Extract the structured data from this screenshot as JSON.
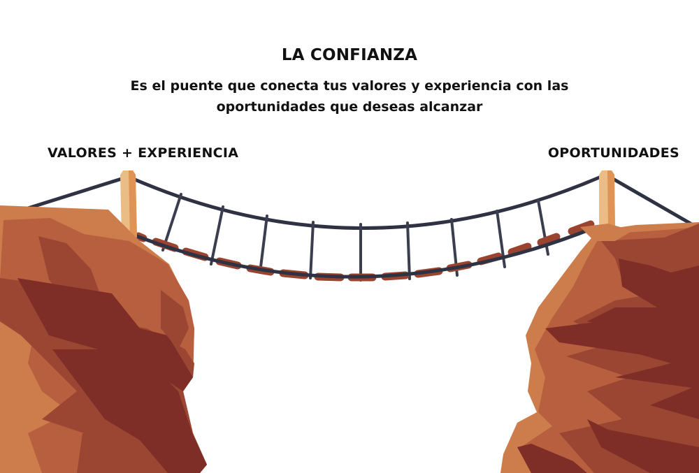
{
  "header": {
    "title": "LA CONFIANZA",
    "subtitle": "Es el puente que conecta tus valores y experiencia con las oportunidades que deseas alcanzar"
  },
  "labels": {
    "left": "VALORES  + EXPERIENCIA",
    "right": "OPORTUNIDADES"
  },
  "illustration": {
    "subject": "rope-bridge-between-cliffs",
    "colors": {
      "rope": "#2e3242",
      "plank": "#9a4430",
      "post_light": "#ebbd86",
      "post_dark": "#df9354",
      "rock_light": "#cd7d4c",
      "rock_mid": "#b85f3f",
      "rock_dark": "#9a4632",
      "rock_darkest": "#7f2e27"
    }
  }
}
